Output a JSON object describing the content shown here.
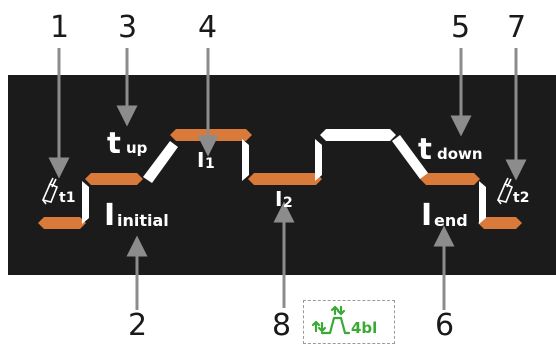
{
  "callouts": {
    "n1": "1",
    "n2": "2",
    "n3": "3",
    "n4": "4",
    "n5": "5",
    "n6": "6",
    "n7": "7",
    "n8": "8"
  },
  "labels": {
    "t_up": "t",
    "t_up_sub": "up",
    "t_down": "t",
    "t_down_sub": "down",
    "i_initial": "I",
    "i_initial_sub": "initial",
    "i_1": "I",
    "i_1_sub": "1",
    "i_2": "I",
    "i_2_sub": "2",
    "i_end": "I",
    "i_end_sub": "end",
    "t1_sub": "t1",
    "t2_sub": "t2"
  },
  "badge": {
    "text": "4bl",
    "icon": "pulse-4bl-icon"
  },
  "colors": {
    "panel": "#1b1b1b",
    "segment_orange": "#d9793a",
    "segment_white": "#ffffff",
    "arrow_gray": "#8c8c8c",
    "badge_green": "#3aa935"
  }
}
